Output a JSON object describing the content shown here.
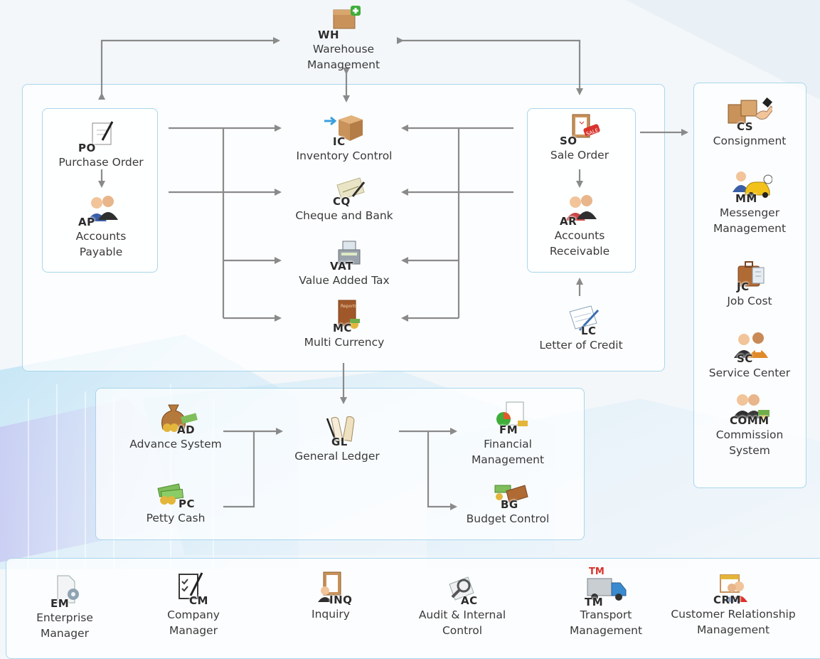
{
  "colors": {
    "arrow": "#8a8a8a",
    "panel_border": "#a9d6ec",
    "text": "#3a3a3a",
    "box": "#c9925a",
    "green": "#3fae3a",
    "red": "#d9332b"
  },
  "modules": {
    "wh": {
      "abbr": "WH",
      "label": "Warehouse\nManagement",
      "icon": "box-plus-icon"
    },
    "po": {
      "abbr": "PO",
      "label": "Purchase Order",
      "icon": "document-pen-icon"
    },
    "ap": {
      "abbr": "AP",
      "label": "Accounts\nPayable",
      "icon": "people-icon"
    },
    "ic": {
      "abbr": "IC",
      "label": "Inventory Control",
      "icon": "box-arrow-icon"
    },
    "cq": {
      "abbr": "CQ",
      "label": "Cheque and Bank",
      "icon": "cheque-icon"
    },
    "vat": {
      "abbr": "VAT",
      "label": "Value Added Tax",
      "icon": "cash-register-icon"
    },
    "mc": {
      "abbr": "MC",
      "label": "Multi Currency",
      "icon": "report-book-icon"
    },
    "so": {
      "abbr": "SO",
      "label": "Sale Order",
      "icon": "clipboard-sale-icon"
    },
    "ar": {
      "abbr": "AR",
      "label": "Accounts\nReceivable",
      "icon": "people-icon"
    },
    "lc": {
      "abbr": "LC",
      "label": "Letter of Credit",
      "icon": "document-pen-icon"
    },
    "cs": {
      "abbr": "CS",
      "label": "Consignment",
      "icon": "boxes-handshake-icon"
    },
    "mm": {
      "abbr": "MM",
      "label": "Messenger\nManagement",
      "icon": "taxi-icon"
    },
    "jc": {
      "abbr": "JC",
      "label": "Job Cost",
      "icon": "briefcase-icon"
    },
    "sc": {
      "abbr": "SC",
      "label": "Service Center",
      "icon": "service-people-icon"
    },
    "comm": {
      "abbr": "COMM",
      "label": "Commission\nSystem",
      "icon": "people-money-icon"
    },
    "ad": {
      "abbr": "AD",
      "label": "Advance System",
      "icon": "money-bag-icon"
    },
    "pc": {
      "abbr": "PC",
      "label": "Petty Cash",
      "icon": "cash-stack-icon"
    },
    "gl": {
      "abbr": "GL",
      "label": "General Ledger",
      "icon": "open-book-icon"
    },
    "fm": {
      "abbr": "FM",
      "label": "Financial\nManagement",
      "icon": "pie-chart-icon"
    },
    "bg": {
      "abbr": "BG",
      "label": "Budget Control",
      "icon": "book-money-icon"
    },
    "em": {
      "abbr": "EM",
      "label": "Enterprise\nManager",
      "icon": "document-gear-icon"
    },
    "cm": {
      "abbr": "CM",
      "label": "Company\nManager",
      "icon": "checklist-icon"
    },
    "inq": {
      "abbr": "INQ",
      "label": "Inquiry",
      "icon": "clipboard-person-icon"
    },
    "ac": {
      "abbr": "AC",
      "label": "Audit & Internal\nControl",
      "icon": "magnifier-icon"
    },
    "tm": {
      "abbr": "TM",
      "label": "Transport\nManagement",
      "icon": "truck-icon",
      "badge": "TM"
    },
    "crm": {
      "abbr": "CRM",
      "label": "Customer Relationship\nManagement",
      "icon": "calendar-people-icon"
    }
  }
}
